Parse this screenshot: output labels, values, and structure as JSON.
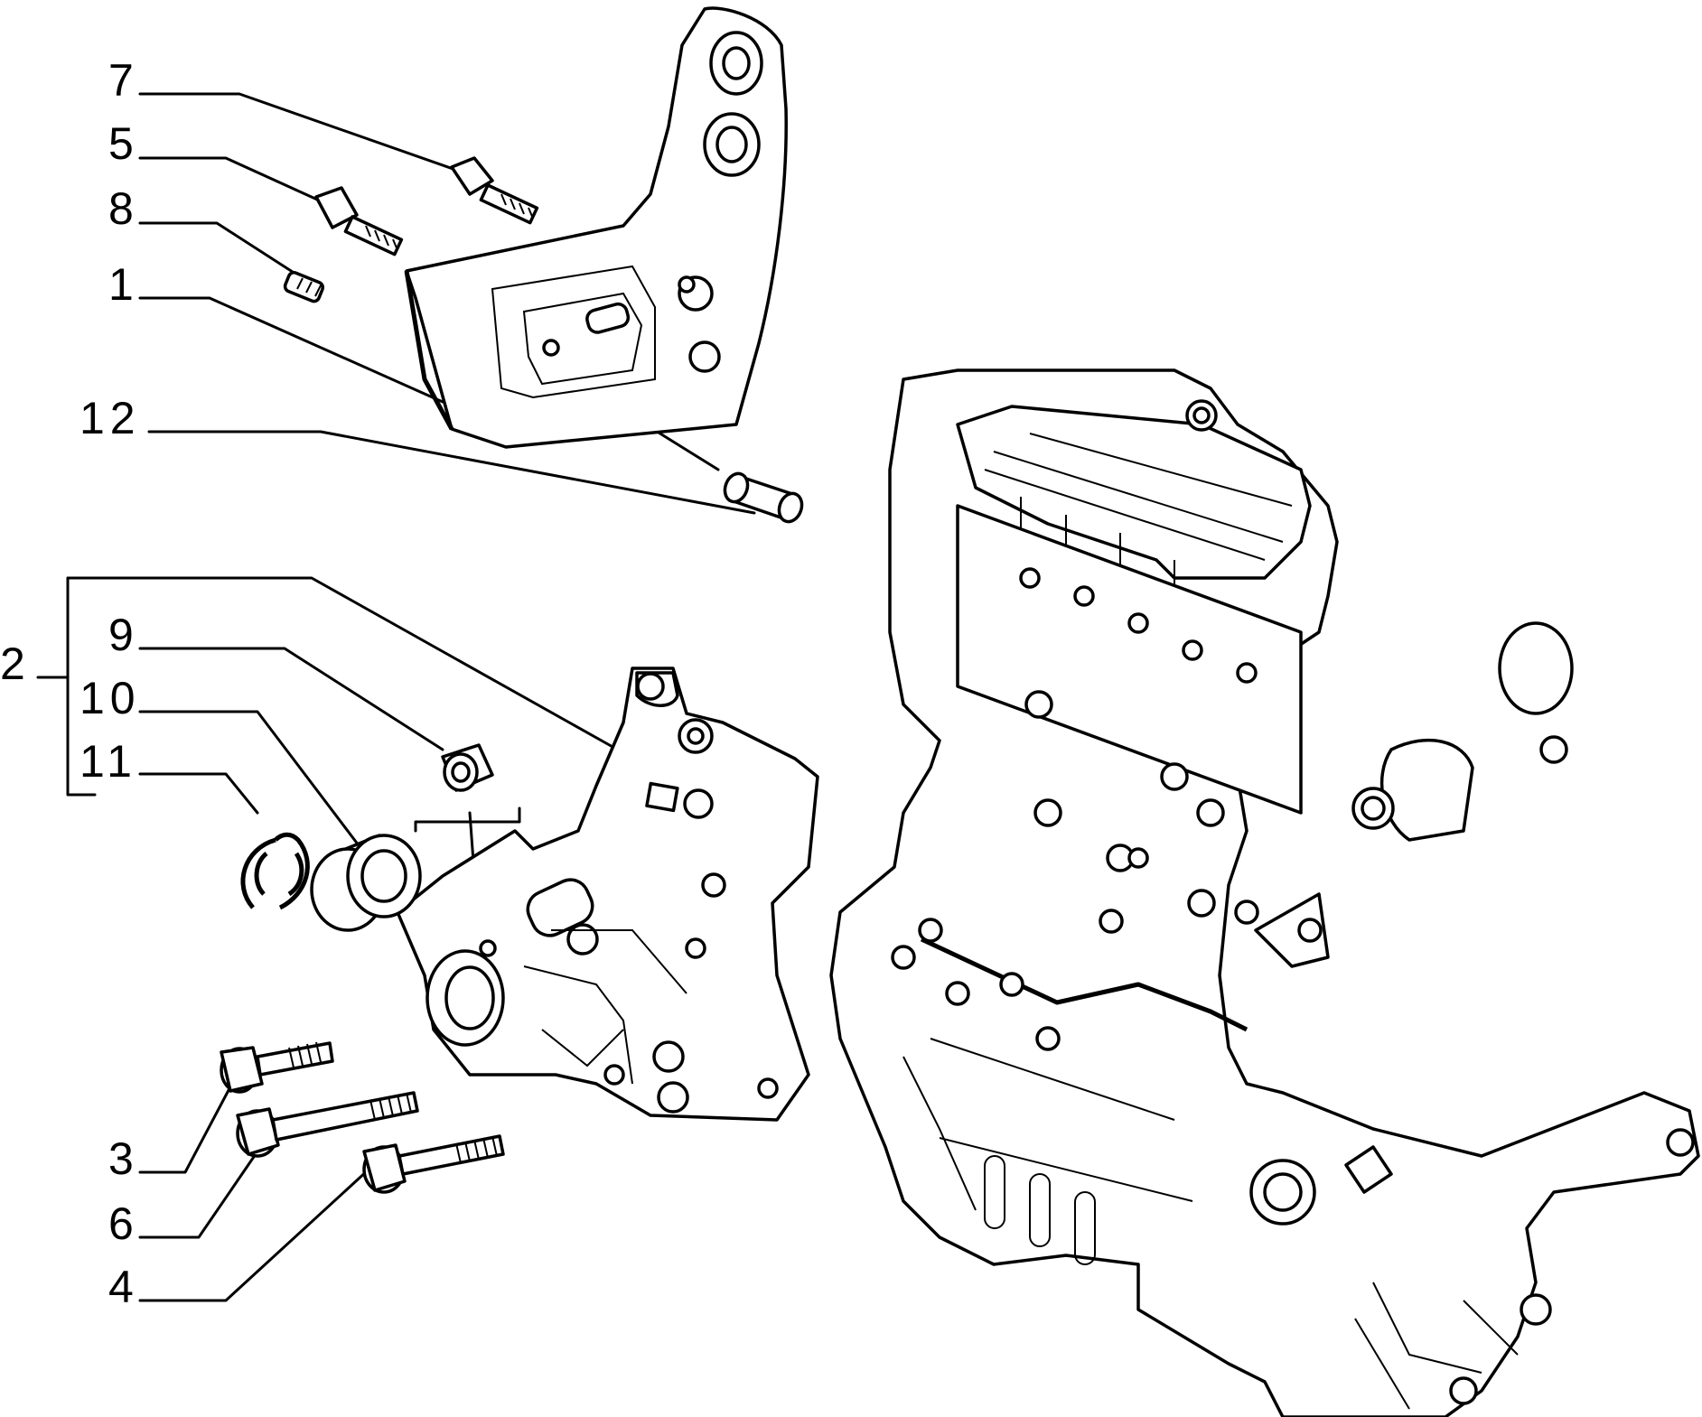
{
  "diagram": {
    "callouts": [
      {
        "id": "c7",
        "text": "7"
      },
      {
        "id": "c5",
        "text": "5"
      },
      {
        "id": "c8",
        "text": "8"
      },
      {
        "id": "c1",
        "text": "1"
      },
      {
        "id": "c12",
        "text": "12"
      },
      {
        "id": "c2",
        "text": "2"
      },
      {
        "id": "c9",
        "text": "9"
      },
      {
        "id": "c10",
        "text": "10"
      },
      {
        "id": "c11",
        "text": "11"
      },
      {
        "id": "c3",
        "text": "3"
      },
      {
        "id": "c6",
        "text": "6"
      },
      {
        "id": "c4",
        "text": "4"
      }
    ]
  }
}
